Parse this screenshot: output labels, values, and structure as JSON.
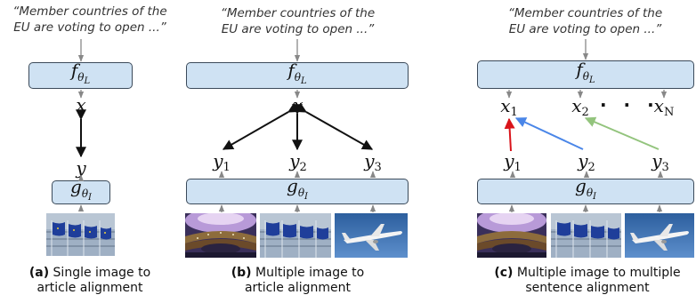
{
  "panels": [
    {
      "quote_line1": "“Member countries of the",
      "quote_line2": "EU are voting to open ...”",
      "text_encoder": "f",
      "text_param": "θ",
      "text_param_sub": "L",
      "image_encoder": "g",
      "image_param": "θ",
      "image_param_sub": "I",
      "x": "x",
      "y": "y",
      "caption_tag": "(a)",
      "caption_line1": "Single image to",
      "caption_line2": "article alignment"
    },
    {
      "quote_line1": "“Member countries of the",
      "quote_line2": "EU are voting to open ...”",
      "text_encoder": "f",
      "text_param": "θ",
      "text_param_sub": "L",
      "image_encoder": "g",
      "image_param": "θ",
      "image_param_sub": "I",
      "x": "x",
      "y_vars": [
        {
          "base": "y",
          "sub": "1"
        },
        {
          "base": "y",
          "sub": "2"
        },
        {
          "base": "y",
          "sub": "3"
        }
      ],
      "caption_tag": "(b)",
      "caption_line1": "Multiple image to",
      "caption_line2": "article alignment"
    },
    {
      "quote_line1": "“Member countries of the",
      "quote_line2": "EU are voting to open ...”",
      "text_encoder": "f",
      "text_param": "θ",
      "text_param_sub": "L",
      "image_encoder": "g",
      "image_param": "θ",
      "image_param_sub": "I",
      "x_vars": [
        {
          "base": "x",
          "sub": "1"
        },
        {
          "base": "x",
          "sub": "2"
        },
        {
          "base": "x",
          "sub": "N"
        }
      ],
      "ellipsis": "· · ·",
      "y_vars": [
        {
          "base": "y",
          "sub": "1"
        },
        {
          "base": "y",
          "sub": "2"
        },
        {
          "base": "y",
          "sub": "3"
        }
      ],
      "caption_tag": "(c)",
      "caption_line1": "Multiple image to multiple",
      "caption_line2": "sentence alignment"
    }
  ],
  "colors": {
    "encoder_fill": "#cfe2f3",
    "arrow_gray": "#888888",
    "arrow_black": "#111111",
    "align_red": "#d9141b",
    "align_blue": "#4a86e8",
    "align_green": "#93c47d"
  },
  "images": [
    "eu-flags-photo",
    "parliament-chamber-photo",
    "eu-flags-photo",
    "airplane-photo"
  ]
}
